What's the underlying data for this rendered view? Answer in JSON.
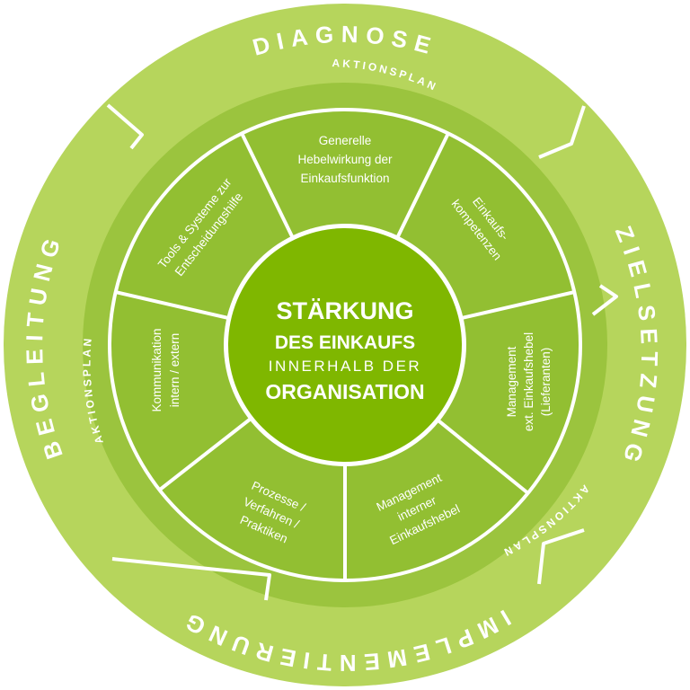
{
  "center": {
    "line1": "STÄRKUNG",
    "line2": "DES EINKAUFS",
    "line3": "INNERHALB DER",
    "line4": "ORGANISATION"
  },
  "phases": [
    "DIAGNOSE",
    "ZIELSETZUNG",
    "IMPLEMENTIERUNG",
    "BEGLEITUNG"
  ],
  "aktionsplan": [
    "AKTIONSPLAN",
    "AKTIONSPLAN",
    "AKTIONSPLAN"
  ],
  "segments": [
    [
      "Generelle",
      "Hebelwirkung der",
      "Einkaufsfunktion"
    ],
    [
      "Einkaufs-",
      "kompetenzen"
    ],
    [
      "Management",
      "ext. Einkaufshebel",
      "(Lieferanten)"
    ],
    [
      "Management",
      "interner",
      "Einkaufshebel"
    ],
    [
      "Prozesse /",
      "Verfahren /",
      "Praktiken"
    ],
    [
      "Kommunikation",
      "intern / extern"
    ],
    [
      "Tools & Systeme zur",
      "Entscheidungshilfe"
    ]
  ],
  "colors": {
    "outer_ring": "#b6d55c",
    "band": "#9bc43e",
    "segments": "#92bf32",
    "center": "#7fb700",
    "lines": "#ffffff"
  }
}
